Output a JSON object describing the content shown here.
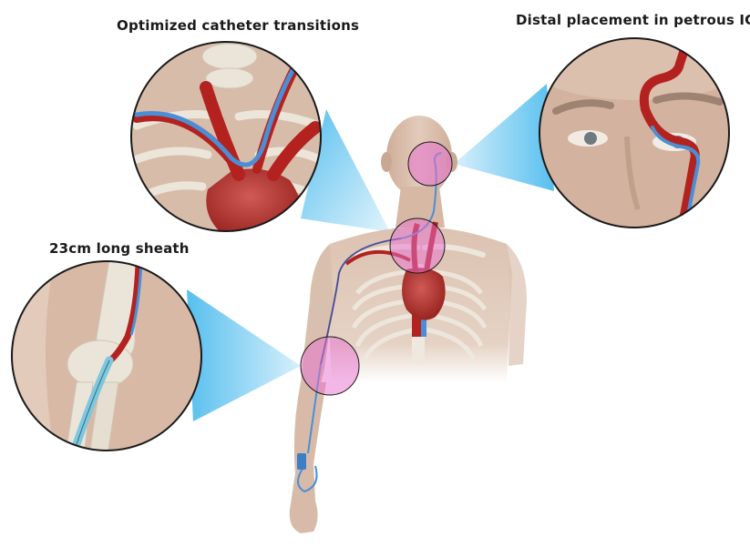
{
  "labels": {
    "aortic_arch": "Optimized catheter transitions",
    "petrous_ica": "Distal placement in petrous ICA",
    "sheath": "23cm long sheath"
  },
  "colors": {
    "skin": "#d9bfae",
    "skin_shadow": "#c9a893",
    "bone": "#e6e0d6",
    "artery": "#b3221f",
    "catheter": "#4a8fd6",
    "sheath": "#7fc7dc",
    "highlight": "#e86fd0",
    "callout": "#3ab4ec"
  }
}
